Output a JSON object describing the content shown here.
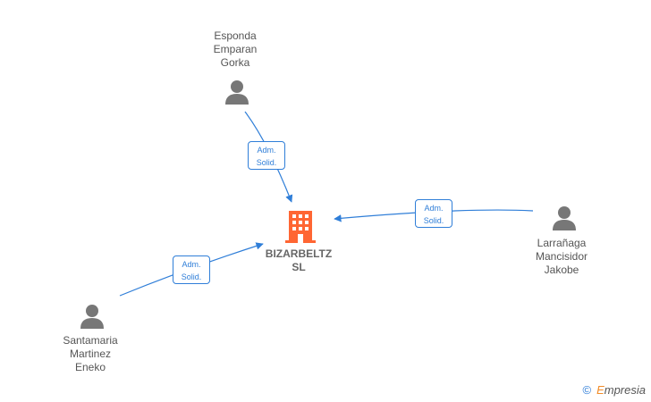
{
  "company": {
    "name_line1": "BIZARBELTZ",
    "name_line2": "SL",
    "icon": "building-icon",
    "color": "#ff6633"
  },
  "people": [
    {
      "id": "esponda",
      "lines": [
        "Esponda",
        "Emparan",
        "Gorka"
      ],
      "icon": "person-icon"
    },
    {
      "id": "larranaga",
      "lines": [
        "Larrañaga",
        "Mancisidor",
        "Jakobe"
      ],
      "icon": "person-icon"
    },
    {
      "id": "santamaria",
      "lines": [
        "Santamaria",
        "Martinez",
        "Eneko"
      ],
      "icon": "person-icon"
    }
  ],
  "relations": [
    {
      "from": "esponda",
      "label_line1": "Adm.",
      "label_line2": "Solid."
    },
    {
      "from": "larranaga",
      "label_line1": "Adm.",
      "label_line2": "Solid."
    },
    {
      "from": "santamaria",
      "label_line1": "Adm.",
      "label_line2": "Solid."
    }
  ],
  "colors": {
    "edge": "#2f7ed8",
    "person": "#777777"
  },
  "footer": {
    "copyright_symbol": "©",
    "brand_first": "E",
    "brand_rest": "mpresia"
  }
}
